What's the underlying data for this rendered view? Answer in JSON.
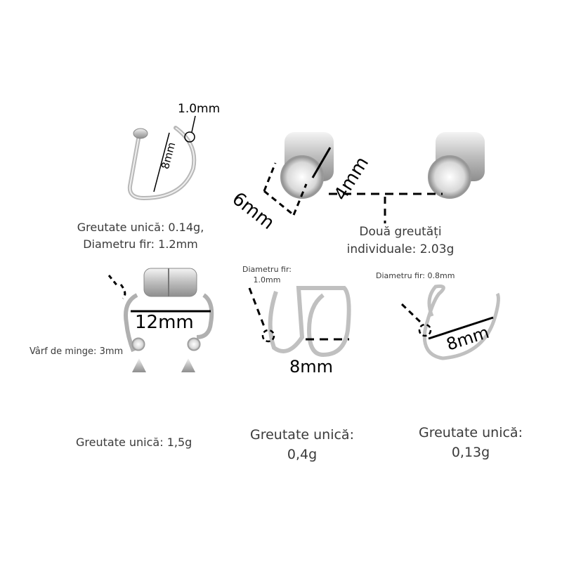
{
  "products": [
    {
      "id": "d-shaped-clip",
      "dimensions": {
        "wire_circle": "1.0mm",
        "height": "8mm"
      },
      "caption_lines": [
        "Greutate unică: 0.14g,",
        "Diametru fir: 1.2mm"
      ]
    },
    {
      "id": "magnetic-studs",
      "dimensions": {
        "width": "6mm",
        "depth": "4mm"
      },
      "caption_lines": [
        "Două greutăți",
        "individuale: 2.03g"
      ]
    },
    {
      "id": "magnetic-horseshoe",
      "dimensions": {
        "width": "12mm",
        "ball_tip": "Vârf de minge: 3mm"
      },
      "caption_lines": [
        "Greutate unică: 1,5g"
      ]
    },
    {
      "id": "double-spiral-cuff",
      "dimensions": {
        "wire": "Diametru fir:",
        "wire_value": "1.0mm",
        "width": "8mm"
      },
      "caption_lines": [
        "Greutate unică:",
        "0,4g"
      ]
    },
    {
      "id": "loop-hook-clip",
      "dimensions": {
        "wire": "Diametru fir: 0.8mm",
        "width": "8mm"
      },
      "caption_lines": [
        "Greutate unică:",
        "0,13g"
      ]
    }
  ],
  "colors": {
    "metal_light": "#e8e8e8",
    "metal_dark": "#9a9a9a",
    "annotation": "#000000",
    "caption": "#3a3a3a"
  }
}
